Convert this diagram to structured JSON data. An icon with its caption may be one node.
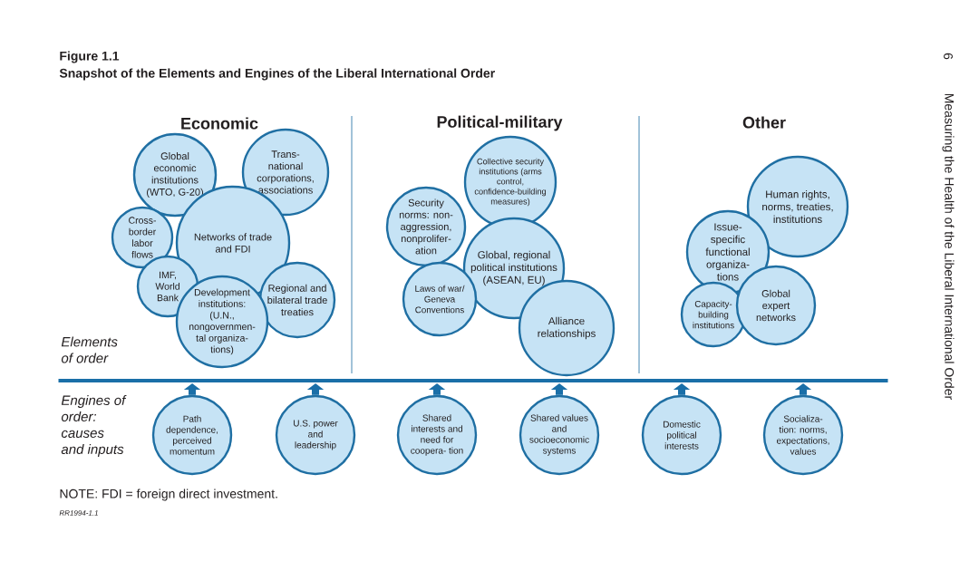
{
  "diagram": {
    "title": "Snapshot of the Elements and Engines of the Liberal International Order",
    "nodes": [
      {
        "text": [
          "Global economic institutions (WTO, G-20)"
        ]
      },
      {
        "text": [
          "Trans- national corporations, associations"
        ]
      },
      {
        "text": [
          "Networks of trade and FDI"
        ]
      },
      {
        "text": [
          "Cross- border labor flows"
        ]
      },
      {
        "text": [
          "IMF, World Bank"
        ]
      },
      {
        "text": [
          "Regional and bilateral trade treaties"
        ]
      },
      {
        "text": [
          "Development institutions: (U.N., nongovernmen- tal organiza- tions)"
        ]
      },
      {
        "text": [
          "Collective security institutions (arms control, confidence-building measures)"
        ]
      },
      {
        "text": [
          "Security norms: non- aggression, nonprolifer- ation"
        ]
      },
      {
        "text": [
          "Global, regional political institutions (ASEAN, EU)"
        ]
      },
      {
        "text": [
          "Laws of war/ Geneva Conventions"
        ]
      },
      {
        "text": [
          "Alliance relationships"
        ]
      },
      {
        "text": [
          "Human rights, norms, treaties, institutions"
        ]
      },
      {
        "text": [
          "Issue- specific functional organiza- tions"
        ]
      },
      {
        "text": [
          "Capacity- building institutions"
        ]
      },
      {
        "text": [
          "Global expert networks"
        ]
      },
      {
        "text": [
          "Path dependence, perceived momentum"
        ]
      },
      {
        "text": [
          "U.S. power and leadership"
        ]
      },
      {
        "text": [
          "Shared interests and need for coopera- tion"
        ]
      },
      {
        "text": [
          "Shared values and socioeconomic systems"
        ]
      },
      {
        "text": [
          "Domestic political interests"
        ]
      },
      {
        "text": [
          "Socializa- tion: norms, expectations, values"
        ]
      },
      {
        "text": [],
        "shape": "bar"
      }
    ],
    "edges": [
      {
        "from": 16,
        "to": 22,
        "arrow": "to"
      },
      {
        "from": 17,
        "to": 22,
        "arrow": "to"
      },
      {
        "from": 18,
        "to": 22,
        "arrow": "to"
      },
      {
        "from": 19,
        "to": 22,
        "arrow": "to"
      },
      {
        "from": 20,
        "to": 22,
        "arrow": "to"
      },
      {
        "from": 21,
        "to": 22,
        "arrow": "to"
      }
    ],
    "labels": [
      "Figure 1.1",
      "6",
      "Measuring the Health of the Liberal International Order",
      "Economic",
      "Political-military",
      "Other",
      "Elements of order",
      "Engines of order: causes and inputs",
      "NOTE: FDI = foreign direct investment.",
      "RR1994-1.1"
    ]
  }
}
